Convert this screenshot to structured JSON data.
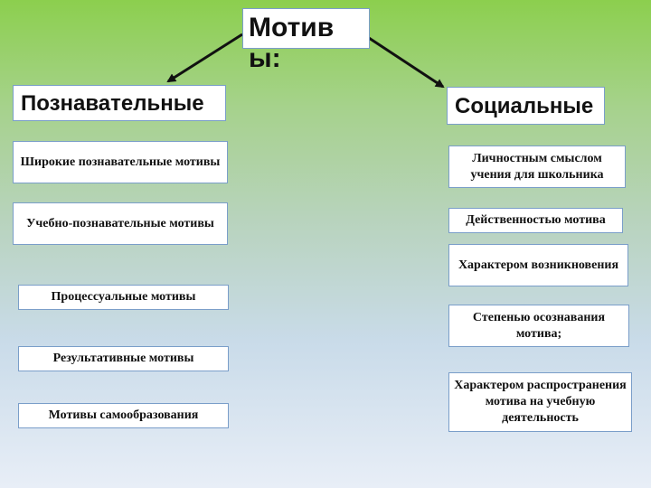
{
  "title": "Мотивы:",
  "left": {
    "heading": "Познавательные",
    "items": [
      "Широкие познавательные мотивы",
      "Учебно-познавательные мотивы",
      "Процессуальные мотивы",
      "Результативные мотивы",
      "Мотивы самообразования"
    ]
  },
  "right": {
    "heading": "Социальные",
    "items": [
      "Личностным смыслом учения для школьника",
      "Действенностью мотива",
      "Характером возникновения",
      "Степенью осознавания мотива;",
      "Характером распространения мотива на учебную деятельность"
    ]
  },
  "colors": {
    "arrow": "#111111",
    "border": "#7a9ec9"
  }
}
